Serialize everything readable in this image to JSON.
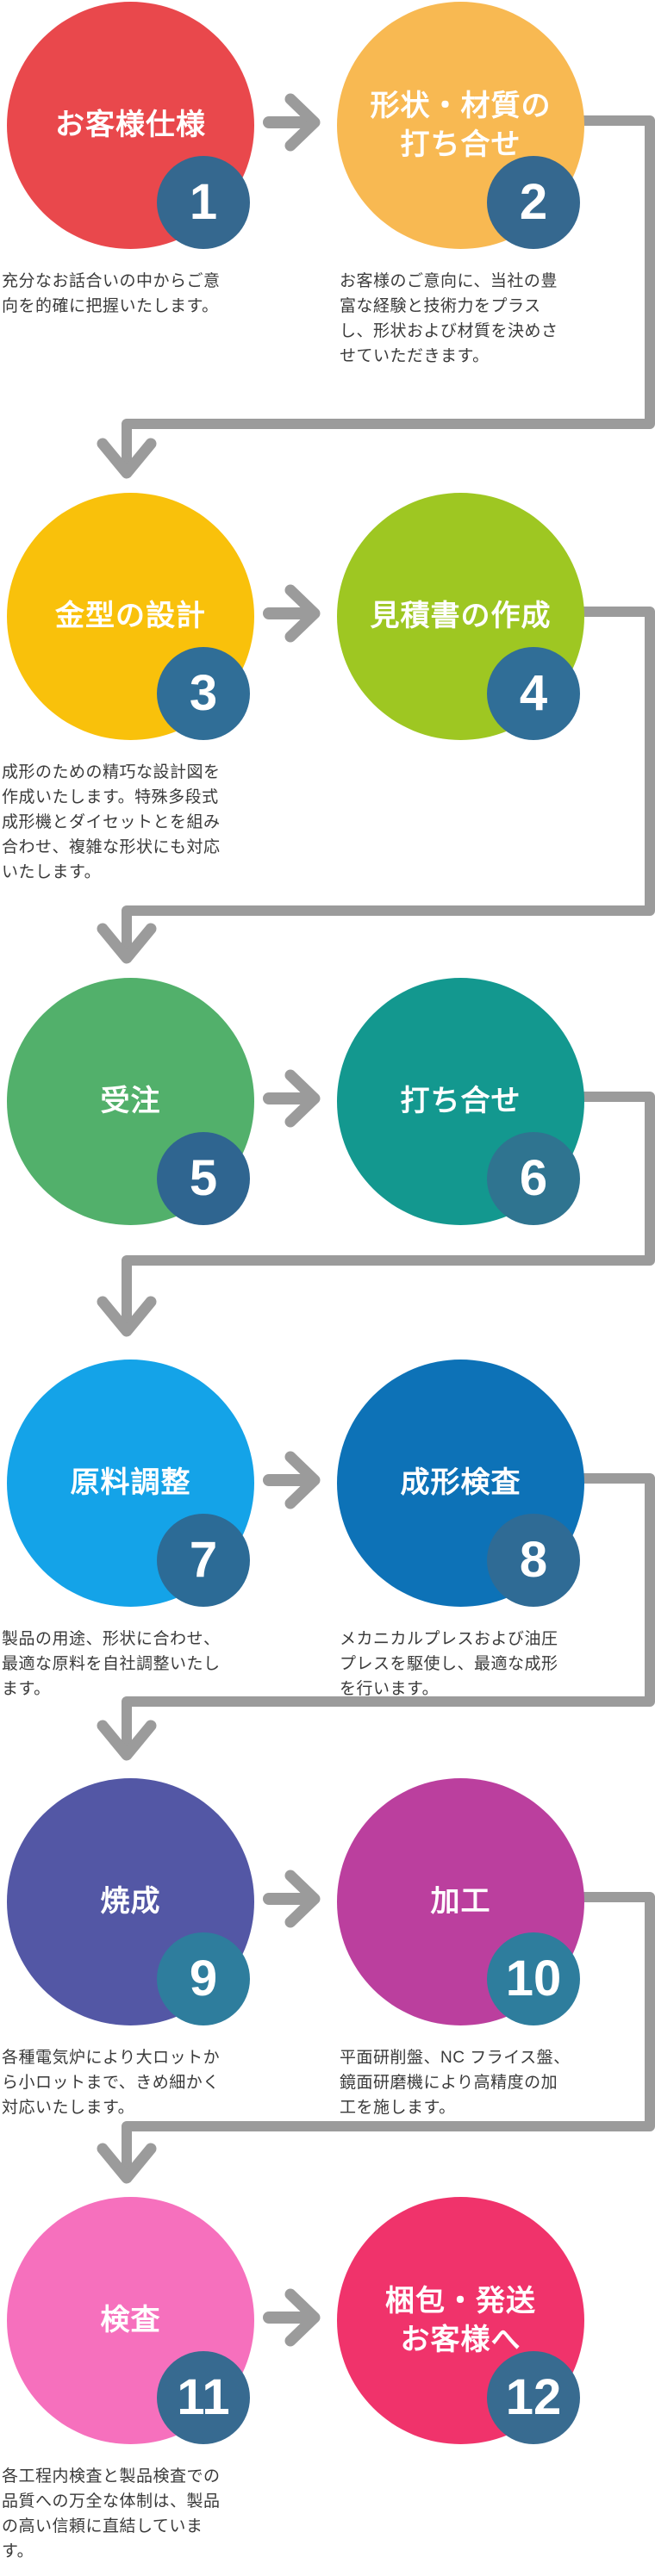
{
  "diagram": {
    "title": "production process flow",
    "arrow_color": "#9b9b9b",
    "background_color": "#ffffff",
    "badge_text_color": "#ffffff",
    "description_text_color": "#3a3a3a",
    "steps": [
      {
        "number": "1",
        "label": "お客様仕様",
        "color": "#e9484c",
        "badge_color": "#35688f",
        "description": "充分なお話合いの中からご意\n向を的確に把握いたします。"
      },
      {
        "number": "2",
        "label": "形状・材質の\n打ち合せ",
        "color": "#f8b952",
        "badge_color": "#35688f",
        "description": "お客様のご意向に、当社の豊\n富な経験と技術力をプラス\nし、形状および材質を決めさ\nせていただきます。"
      },
      {
        "number": "3",
        "label": "金型の設計",
        "color": "#f9c10b",
        "badge_color": "#306e97",
        "description": "成形のための精巧な設計図を\n作成いたします。特殊多段式\n成形機とダイセットとを組み\n合わせ、複雑な形状にも対応\nいたします。"
      },
      {
        "number": "4",
        "label": "見積書の作成",
        "color": "#9ec722",
        "badge_color": "#306e97",
        "description": ""
      },
      {
        "number": "5",
        "label": "受注",
        "color": "#52b06b",
        "badge_color": "#2f6590",
        "description": ""
      },
      {
        "number": "6",
        "label": "打ち合せ",
        "color": "#13988f",
        "badge_color": "#2f7490",
        "description": ""
      },
      {
        "number": "7",
        "label": "原料調整",
        "color": "#14a3e8",
        "badge_color": "#2c6b96",
        "description": "製品の用途、形状に合わせ、\n最適な原料を自社調整いたし\nます。"
      },
      {
        "number": "8",
        "label": "成形検査",
        "color": "#0d72b7",
        "badge_color": "#2f6b95",
        "description": "メカニカルプレスおよび油圧\nプレスを駆使し、最適な成形\nを行います。"
      },
      {
        "number": "9",
        "label": "焼成",
        "color": "#5357a5",
        "badge_color": "#2e7d9d",
        "description": "各種電気炉により大ロットか\nら小ロットまで、きめ細かく\n対応いたします。"
      },
      {
        "number": "10",
        "label": "加工",
        "color": "#bb3f9e",
        "badge_color": "#2e7d9d",
        "description": "平面研削盤、NC フライス盤、\n鏡面研磨機により高精度の加\n工を施します。"
      },
      {
        "number": "11",
        "label": "検査",
        "color": "#f670bd",
        "badge_color": "#376a90",
        "description": "各工程内検査と製品検査での\n品質への万全な体制は、製品\nの高い信頼に直結していま\nす。"
      },
      {
        "number": "12",
        "label": "梱包・発送\nお客様へ",
        "color": "#f0336b",
        "badge_color": "#386b90",
        "description": ""
      }
    ]
  }
}
